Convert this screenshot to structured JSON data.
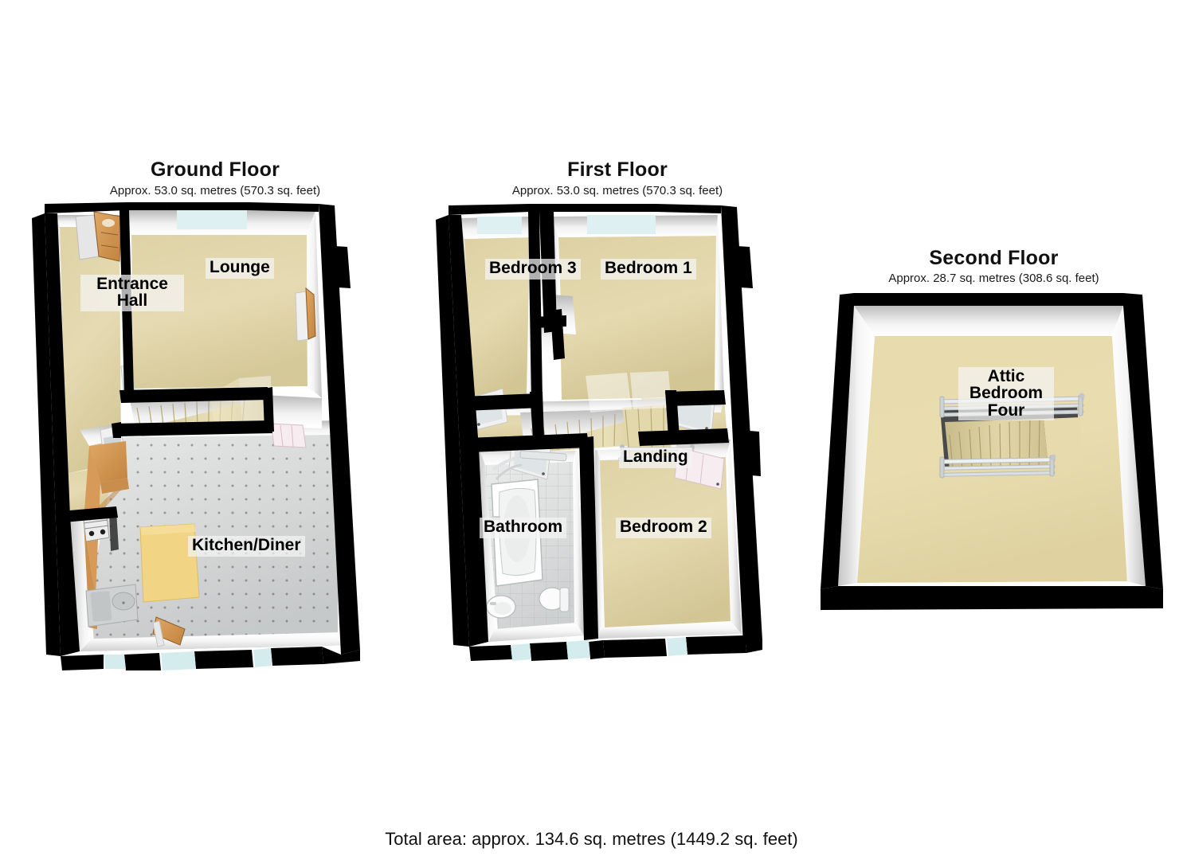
{
  "document": {
    "kind": "property-floorplan",
    "total_area_text": "Total area: approx. 134.6 sq. metres (1449.2 sq. feet)"
  },
  "palette": {
    "wall_outline": "#000000",
    "wall_face": "#ffffff",
    "wall_shade": "#d8d8d8",
    "carpet_tan": "#e3d8ae",
    "carpet_tan_dark": "#cdc08c",
    "attic_floor": "#e9dcae",
    "kitchen_tile": "#d9dbdb",
    "bathroom_tile": "#e2e4e4",
    "wood_counter": "#d59b5b",
    "wood_door": "#b07a3e",
    "stair_tread": "#ded2a4",
    "window_glass": "#daeef0",
    "label_bg": "#f4f4f4"
  },
  "floors": [
    {
      "id": "ground-floor",
      "title": "Ground Floor",
      "subtitle": "Approx. 53.0 sq. metres (570.3 sq. feet)",
      "area_sq_metres": 53.0,
      "area_sq_feet": 570.3,
      "rooms": [
        {
          "id": "entrance-hall",
          "label": "Entrance\nHall",
          "label_line1": "Entrance",
          "label_line2": "Hall",
          "floor": "carpet_tan"
        },
        {
          "id": "lounge",
          "label": "Lounge",
          "floor": "carpet_tan"
        },
        {
          "id": "kitchen-diner",
          "label": "Kitchen/Diner",
          "floor": "kitchen_tile"
        }
      ],
      "features": [
        "front-door",
        "staircase-up",
        "chimney-breast",
        "kitchen-units",
        "gas-hob",
        "sink",
        "island-unit",
        "rear-door",
        "window-front",
        "window-rear"
      ]
    },
    {
      "id": "first-floor",
      "title": "First Floor",
      "subtitle": "Approx. 53.0 sq. metres (570.3 sq. feet)",
      "area_sq_metres": 53.0,
      "area_sq_feet": 570.3,
      "rooms": [
        {
          "id": "bedroom-3",
          "label": "Bedroom 3",
          "floor": "carpet_tan"
        },
        {
          "id": "bedroom-1",
          "label": "Bedroom 1",
          "floor": "carpet_tan"
        },
        {
          "id": "landing",
          "label": "Landing",
          "floor": "carpet_tan"
        },
        {
          "id": "bathroom",
          "label": "Bathroom",
          "floor": "bathroom_tile"
        },
        {
          "id": "bedroom-2",
          "label": "Bedroom 2",
          "floor": "carpet_tan"
        }
      ],
      "features": [
        "staircase-up",
        "staircase-down",
        "bath",
        "wash-basin",
        "toilet",
        "shower-rail",
        "chimney-breast",
        "doors",
        "window-front-left",
        "window-front-right"
      ]
    },
    {
      "id": "second-floor",
      "title": "Second Floor",
      "subtitle": "Approx. 28.7 sq. metres (308.6 sq. feet)",
      "area_sq_metres": 28.7,
      "area_sq_feet": 308.6,
      "rooms": [
        {
          "id": "attic-bedroom-four",
          "label": "Attic\nBedroom\nFour",
          "label_line1": "Attic",
          "label_line2": "Bedroom",
          "label_line3": "Four",
          "floor": "attic_floor"
        }
      ],
      "features": [
        "staircase-down",
        "balustrade"
      ]
    }
  ]
}
